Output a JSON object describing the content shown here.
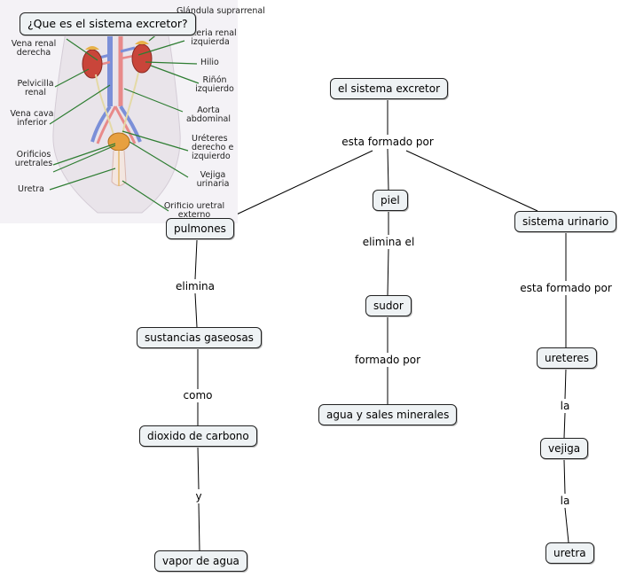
{
  "anatomy": {
    "title": "¿Que es el sistema excretor?",
    "labels": {
      "glandula": "Glándula suprarrenal",
      "arteria": "Arteria renal izquierda",
      "vena_renal": "Vena renal derecha",
      "hilio": "Hilio",
      "pelvicilla": "Pelvicilla renal",
      "rinon": "Riñón izquierdo",
      "vena_cava": "Vena cava inferior",
      "aorta": "Aorta abdominal",
      "ureteres": "Uréteres derecho e izquierdo",
      "orificios": "Orificios uretrales",
      "vejiga": "Vejiga urinaria",
      "uretra": "Uretra",
      "orificio_ext": "Orificio uretral externo"
    }
  },
  "map": {
    "root": "el sistema excretor",
    "root_link": "esta formado por",
    "pulmones": "pulmones",
    "piel": "piel",
    "sistema_urinario": "sistema urinario",
    "elimina": "elimina",
    "sustancias_gaseosas": "sustancias gaseosas",
    "como": "como",
    "dioxido": "dioxido de carbono",
    "y": "y",
    "vapor": "vapor de agua",
    "elimina_el": "elimina el",
    "sudor": "sudor",
    "formado_por": "formado por",
    "agua_sales": "agua y sales minerales",
    "urinario_link": "esta formado por",
    "ureteres": "ureteres",
    "la1": "la",
    "vejiga": "vejiga",
    "la2": "la",
    "uretra": "uretra"
  }
}
